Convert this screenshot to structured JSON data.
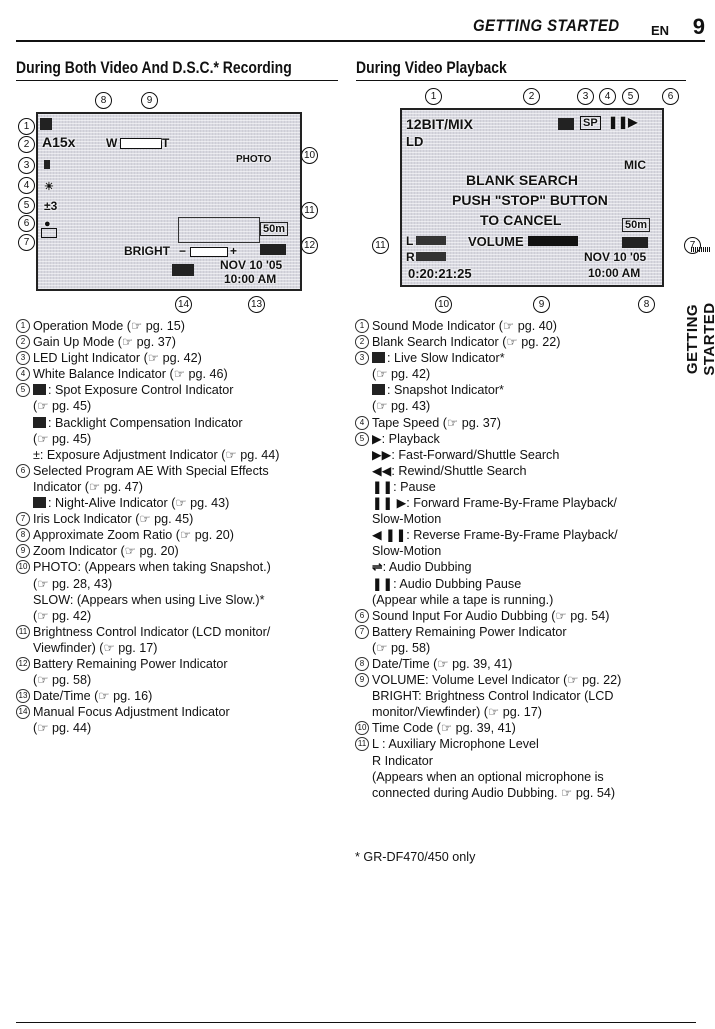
{
  "header": {
    "section_title": "GETTING STARTED",
    "lang": "EN",
    "page": "9"
  },
  "left": {
    "heading": "During Both Video And D.S.C.* Recording",
    "screen": {
      "zoom": "A15x",
      "w": "W",
      "t": "T",
      "photo": "PHOTO",
      "exposure": "±3",
      "bright": "BRIGHT",
      "minus": "−",
      "plus": "+",
      "tape": "50m",
      "date": "NOV 10 '05",
      "time": "10:00 AM"
    },
    "items": [
      {
        "n": "1",
        "text": "Operation Mode (☞ pg. 15)"
      },
      {
        "n": "2",
        "text": "Gain Up Mode (☞ pg. 37)"
      },
      {
        "n": "3",
        "text": "LED Light Indicator (☞ pg. 42)"
      },
      {
        "n": "4",
        "text": "White Balance Indicator (☞ pg. 46)"
      },
      {
        "n": "5",
        "text": ": Spot Exposure Control Indicator"
      },
      {
        "n": "",
        "text": "(☞ pg. 45)"
      },
      {
        "n": "",
        "text": ": Backlight Compensation Indicator"
      },
      {
        "n": "",
        "text": "(☞ pg. 45)"
      },
      {
        "n": "",
        "text": "±: Exposure Adjustment Indicator (☞ pg. 44)"
      },
      {
        "n": "6",
        "text": "Selected Program AE With Special Effects"
      },
      {
        "n": "",
        "text": "Indicator (☞ pg. 47)"
      },
      {
        "n": "",
        "text": ": Night-Alive Indicator (☞ pg. 43)"
      },
      {
        "n": "7",
        "text": "Iris Lock Indicator (☞ pg. 45)"
      },
      {
        "n": "8",
        "text": "Approximate Zoom Ratio (☞ pg. 20)"
      },
      {
        "n": "9",
        "text": "Zoom Indicator (☞ pg. 20)"
      },
      {
        "n": "10",
        "text": "PHOTO: (Appears when taking Snapshot.)"
      },
      {
        "n": "",
        "text": "(☞ pg. 28, 43)"
      },
      {
        "n": "",
        "text": "SLOW: (Appears when using Live Slow.)*"
      },
      {
        "n": "",
        "text": "(☞ pg. 42)"
      },
      {
        "n": "11",
        "text": "Brightness Control Indicator (LCD monitor/"
      },
      {
        "n": "",
        "text": "Viewfinder) (☞ pg. 17)"
      },
      {
        "n": "12",
        "text": "Battery Remaining Power Indicator"
      },
      {
        "n": "",
        "text": "(☞ pg. 58)"
      },
      {
        "n": "13",
        "text": "Date/Time (☞ pg. 16)"
      },
      {
        "n": "14",
        "text": "Manual Focus Adjustment Indicator"
      },
      {
        "n": "",
        "text": "(☞ pg. 44)"
      }
    ]
  },
  "right": {
    "heading": "During Video Playback",
    "screen": {
      "sound": "12BIT/MIX",
      "ld": "LD",
      "sp": "SP",
      "mic": "MIC",
      "blank1": "BLANK SEARCH",
      "blank2": "PUSH \"STOP\" BUTTON",
      "blank3": "TO CANCEL",
      "tape": "50m",
      "l": "L",
      "r": "R",
      "volume": "VOLUME",
      "date": "NOV 10 '05",
      "timecode": "0:20:21:25",
      "time": "10:00 AM"
    },
    "items": [
      {
        "n": "1",
        "text": "Sound Mode Indicator (☞ pg. 40)"
      },
      {
        "n": "2",
        "text": "Blank Search Indicator (☞ pg. 22)"
      },
      {
        "n": "3",
        "text": ": Live Slow Indicator*"
      },
      {
        "n": "",
        "text": "(☞ pg. 42)"
      },
      {
        "n": "",
        "text": ": Snapshot Indicator*"
      },
      {
        "n": "",
        "text": "(☞ pg. 43)"
      },
      {
        "n": "4",
        "text": "Tape Speed (☞ pg. 37)"
      },
      {
        "n": "5",
        "text": "▶: Playback"
      },
      {
        "n": "",
        "text": "▶▶: Fast-Forward/Shuttle Search"
      },
      {
        "n": "",
        "text": "◀◀: Rewind/Shuttle Search"
      },
      {
        "n": "",
        "text": "❚❚: Pause"
      },
      {
        "n": "",
        "text": "❚❚ ▶: Forward Frame-By-Frame Playback/"
      },
      {
        "n": "",
        "text": "Slow-Motion"
      },
      {
        "n": "",
        "text": "◀ ❚❚: Reverse Frame-By-Frame Playback/"
      },
      {
        "n": "",
        "text": "Slow-Motion"
      },
      {
        "n": "",
        "text": ": Audio Dubbing"
      },
      {
        "n": "",
        "text": "❚❚: Audio Dubbing Pause"
      },
      {
        "n": "",
        "text": "(Appear while a tape is running.)"
      },
      {
        "n": "6",
        "text": "Sound Input For Audio Dubbing (☞ pg. 54)"
      },
      {
        "n": "7",
        "text": "Battery Remaining Power Indicator"
      },
      {
        "n": "",
        "text": "(☞ pg. 58)"
      },
      {
        "n": "8",
        "text": "Date/Time (☞ pg. 39, 41)"
      },
      {
        "n": "9",
        "text": "VOLUME: Volume Level Indicator (☞ pg. 22)"
      },
      {
        "n": "",
        "text": "BRIGHT: Brightness Control Indicator (LCD"
      },
      {
        "n": "",
        "text": "monitor/Viewfinder) (☞ pg. 17)"
      },
      {
        "n": "10",
        "text": "Time Code (☞ pg. 39, 41)"
      },
      {
        "n": "11",
        "text": "L : Auxiliary Microphone Level"
      },
      {
        "n": "",
        "text": "R Indicator"
      },
      {
        "n": "",
        "text": "(Appears when an optional microphone is"
      },
      {
        "n": "",
        "text": "connected during Audio Dubbing. ☞ pg. 54)"
      }
    ],
    "footnote": "* GR-DF470/450 only"
  },
  "sidebar": "GETTING STARTED"
}
